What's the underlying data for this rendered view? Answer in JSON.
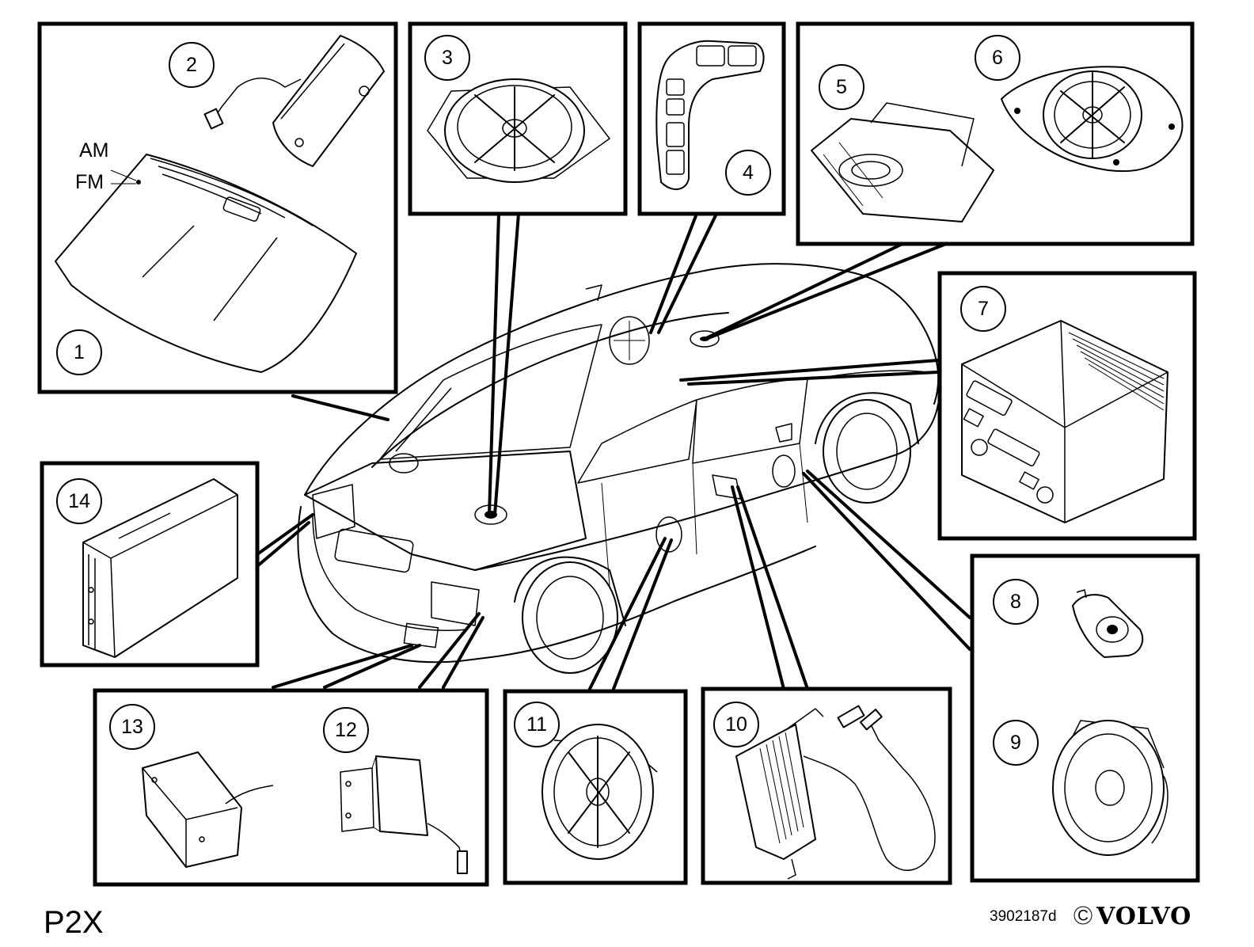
{
  "diagram": {
    "parts": [
      {
        "number": "1"
      },
      {
        "number": "2"
      },
      {
        "number": "3"
      },
      {
        "number": "4"
      },
      {
        "number": "5"
      },
      {
        "number": "6"
      },
      {
        "number": "7"
      },
      {
        "number": "8"
      },
      {
        "number": "9"
      },
      {
        "number": "10"
      },
      {
        "number": "11"
      },
      {
        "number": "12"
      },
      {
        "number": "13"
      },
      {
        "number": "14"
      }
    ],
    "antenna_labels": {
      "am": "AM",
      "fm": "FM"
    },
    "icons": [
      "windshield-antenna",
      "antenna-amplifier",
      "speaker",
      "steering-wheel-buttons",
      "ceiling-speaker",
      "audio-head-unit",
      "tweeter",
      "cd-changer",
      "amplifier-module",
      "bracket-module",
      "car-body"
    ]
  },
  "footer": {
    "model": "P2X",
    "image_code": "3902187d",
    "copyright_symbol": "C",
    "brand": "VOLVO"
  }
}
